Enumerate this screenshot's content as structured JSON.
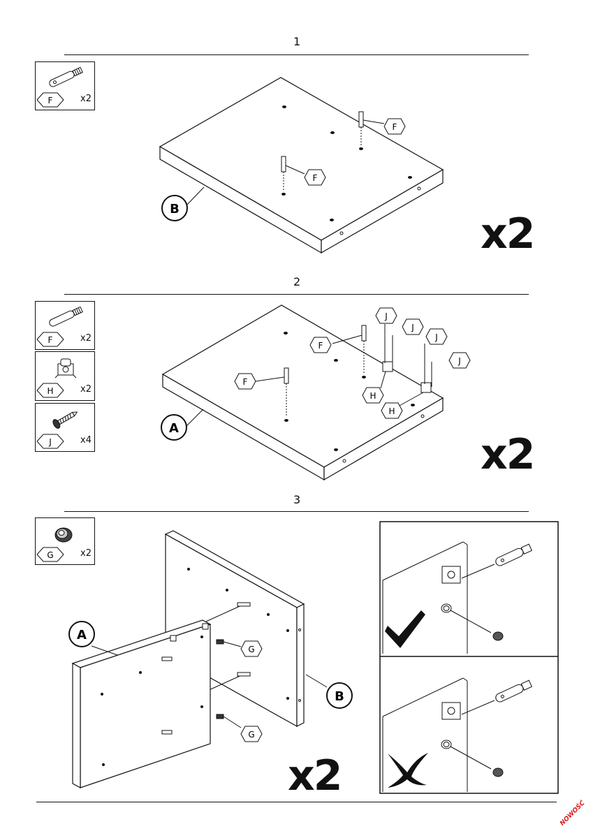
{
  "steps": [
    {
      "number": "1",
      "multiplier": "x2",
      "parts": [
        {
          "letter": "F",
          "qty": "x2",
          "icon": "dowel-icon"
        }
      ],
      "panel_label": "B",
      "callouts": [
        "F",
        "F"
      ]
    },
    {
      "number": "2",
      "multiplier": "x2",
      "parts": [
        {
          "letter": "F",
          "qty": "x2",
          "icon": "dowel-icon"
        },
        {
          "letter": "H",
          "qty": "x2",
          "icon": "cam-connector-icon"
        },
        {
          "letter": "J",
          "qty": "x4",
          "icon": "screw-icon"
        }
      ],
      "panel_label": "A",
      "callouts": [
        "F",
        "F",
        "J",
        "J",
        "J",
        "J",
        "H",
        "H"
      ]
    },
    {
      "number": "3",
      "multiplier": "x2",
      "parts": [
        {
          "letter": "G",
          "qty": "x2",
          "icon": "insert-icon"
        }
      ],
      "panel_labels": [
        "A",
        "B"
      ],
      "callouts": [
        "G",
        "G"
      ]
    }
  ],
  "correct_icon": "checkmark-icon",
  "wrong_icon": "cross-icon",
  "brand": "NOWOŚĆ"
}
